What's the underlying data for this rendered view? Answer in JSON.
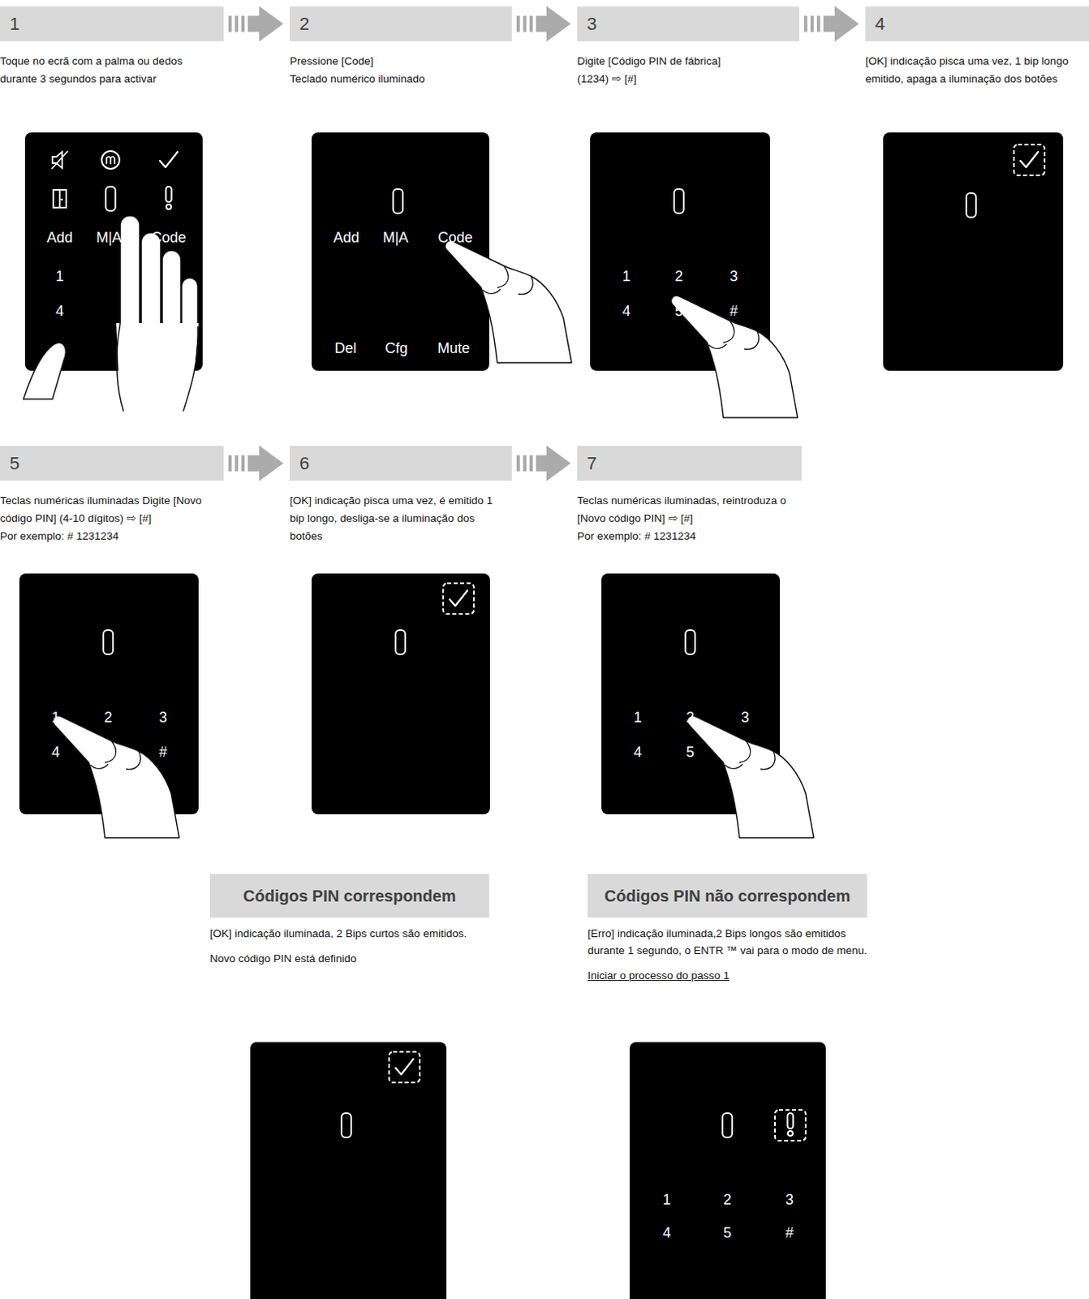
{
  "diagram": {
    "nodes": [
      {
        "text": [
          "1",
          "Toque no ecrã com a palma ou dedos durante 3 segundos para activar"
        ]
      },
      {
        "text": [
          "2",
          "Pressione [Code]",
          "Teclado numérico iluminado"
        ]
      },
      {
        "text": [
          "3",
          "Digite [Código PIN de fábrica] (1234) ⇨ [#]"
        ]
      },
      {
        "text": [
          "4",
          "[OK] indicação pisca uma vez, 1 bip longo emitido, apaga a iluminação dos botões"
        ]
      },
      {
        "text": [
          "5",
          "Teclas numéricas iluminadas Digite [Novo código PIN] (4-10 dígitos) ⇨ [#]",
          "Por exemplo: # 1231234"
        ]
      },
      {
        "text": [
          "6",
          "[OK] indicação pisca uma vez, é emitido 1 bip longo, desliga-se a iluminação dos botões"
        ]
      },
      {
        "text": [
          "7",
          "Teclas numéricas iluminadas, reintroduza o [Novo código PIN] ⇨ [#]",
          "Por exemplo: # 1231234"
        ]
      },
      {
        "text": [
          "Códigos PIN correspondem",
          "[OK] indicação iluminada, 2 Bips curtos são emitidos.",
          "Novo código PIN está definido"
        ]
      },
      {
        "text": [
          "Códigos PIN não correspondem",
          "[Erro] indicação iluminada,2 Bips longos são emitidos durante 1 segundo, o ENTR ™ vai para o modo de menu.",
          "Iniciar o processo do passo 1"
        ]
      }
    ],
    "edges": [
      {
        "from": 0,
        "to": 1,
        "arrow": "to"
      },
      {
        "from": 1,
        "to": 2,
        "arrow": "to"
      },
      {
        "from": 2,
        "to": 3,
        "arrow": "to"
      },
      {
        "from": 4,
        "to": 5,
        "arrow": "to"
      },
      {
        "from": 5,
        "to": 6,
        "arrow": "to"
      }
    ],
    "labels": [
      "Add",
      "M|A",
      "Code",
      "1",
      "4",
      "Add",
      "M|A",
      "Code",
      "Del",
      "Cfg",
      "Mute",
      "1",
      "2",
      "3",
      "4",
      "5",
      "#",
      "1",
      "2",
      "3",
      "4",
      "5",
      "#",
      "1",
      "2",
      "3",
      "4",
      "5",
      "#",
      "1",
      "2",
      "3",
      "4",
      "5",
      "#"
    ]
  }
}
